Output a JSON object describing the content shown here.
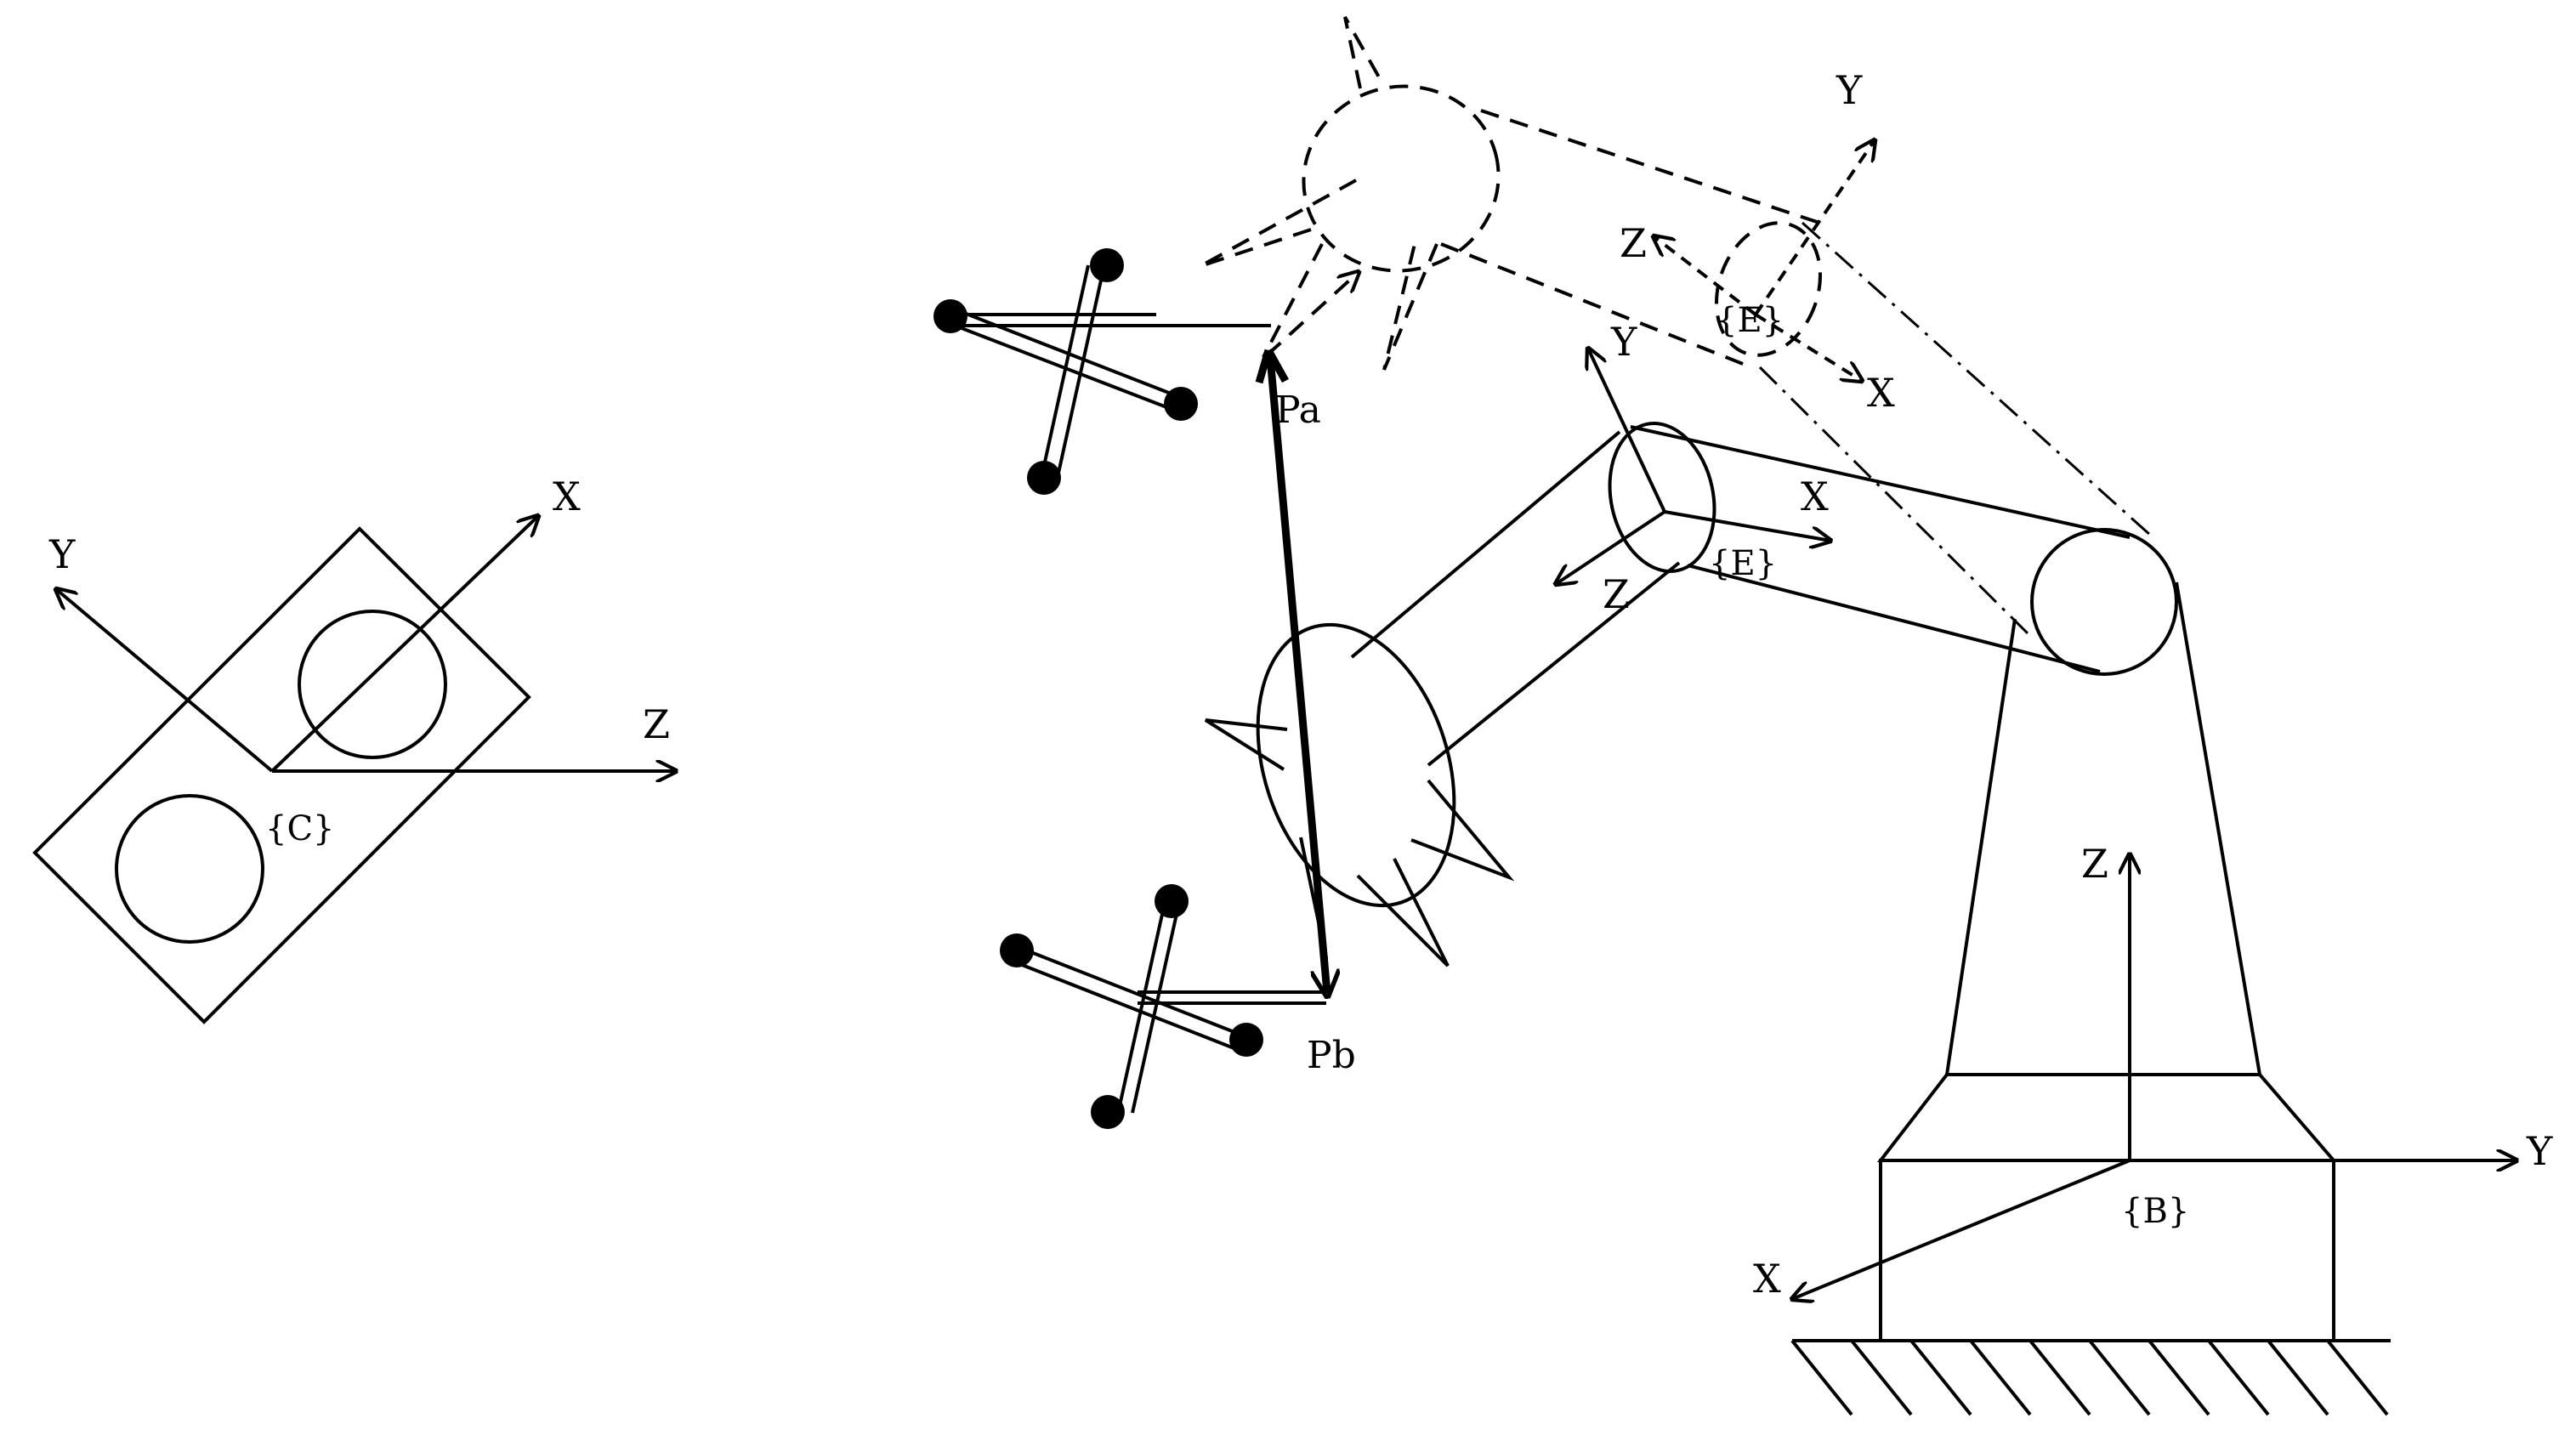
{
  "camera_frame": {
    "frame_label": "{C}",
    "axis_x": "X",
    "axis_y": "Y",
    "axis_z": "Z"
  },
  "points": {
    "pa": "Pa",
    "pb": "Pb"
  },
  "end_effector_ghost": {
    "frame_label": "{E}",
    "axis_x": "X",
    "axis_y": "Y",
    "axis_z": "Z"
  },
  "end_effector": {
    "frame_label": "{E}",
    "axis_x": "X",
    "axis_y": "Y",
    "axis_z": "Z"
  },
  "base": {
    "frame_label": "{B}",
    "axis_x": "X",
    "axis_y": "Y",
    "axis_z": "Z"
  }
}
